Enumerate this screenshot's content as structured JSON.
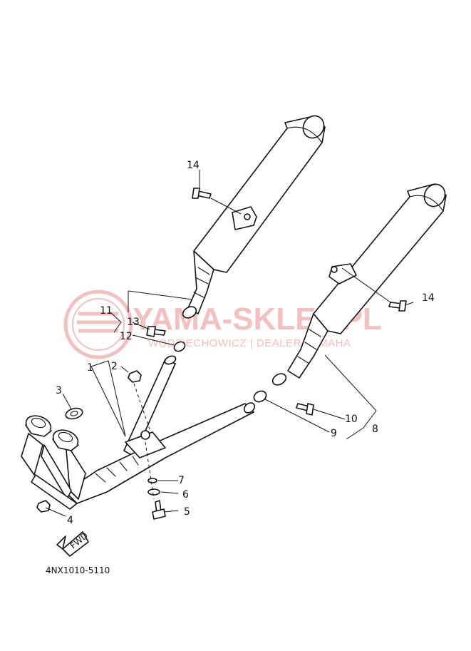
{
  "watermark": {
    "title": "YAMA-SKLEP.PL",
    "subtitle": "WODZIECHOWICZ | DEALER YAMAHA",
    "color": "#f2c0c0"
  },
  "callouts": {
    "c1": "1",
    "c2": "2",
    "c3": "3",
    "c4": "4",
    "c5": "5",
    "c6": "6",
    "c7": "7",
    "c8": "8",
    "c9": "9",
    "c10": "10",
    "c11": "11",
    "c12": "12",
    "c13": "13",
    "c14a": "14",
    "c14b": "14"
  },
  "fwd_label": "FWD",
  "diagram_code": "4NX1010-5110"
}
